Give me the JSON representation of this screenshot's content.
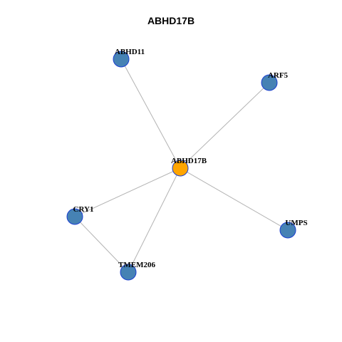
{
  "graph": {
    "title": "ABHD17B",
    "colors": {
      "center_node": "#ffa500",
      "neighbor_node": "#4682b4",
      "node_border": "#1b3fd1",
      "edge": "#b3b3b3"
    },
    "nodes": [
      {
        "id": "ABHD17B",
        "label": "ABHD17B",
        "role": "center"
      },
      {
        "id": "ABHD11",
        "label": "ABHD11",
        "role": "neighbor"
      },
      {
        "id": "ARF5",
        "label": "ARF5",
        "role": "neighbor"
      },
      {
        "id": "CRY1",
        "label": "CRY1",
        "role": "neighbor"
      },
      {
        "id": "UMPS",
        "label": "UMPS",
        "role": "neighbor"
      },
      {
        "id": "TMEM206",
        "label": "TMEM206",
        "role": "neighbor"
      }
    ],
    "edges": [
      [
        "ABHD17B",
        "ABHD11"
      ],
      [
        "ABHD17B",
        "ARF5"
      ],
      [
        "ABHD17B",
        "CRY1"
      ],
      [
        "ABHD17B",
        "UMPS"
      ],
      [
        "ABHD17B",
        "TMEM206"
      ],
      [
        "CRY1",
        "TMEM206"
      ]
    ]
  }
}
